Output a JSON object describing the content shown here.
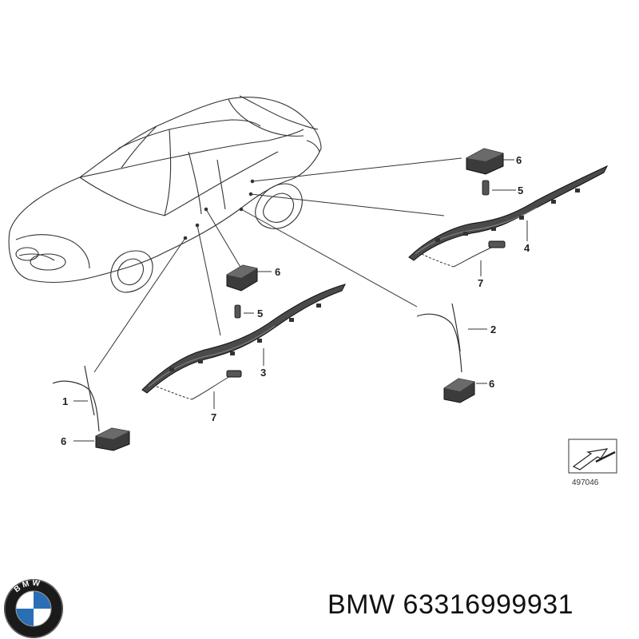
{
  "diagram": {
    "reference_number": "497046",
    "callouts": {
      "part_1": "1",
      "part_2": "2",
      "part_3": "3",
      "part_4": "4",
      "part_5_upper": "5",
      "part_5_lower": "5",
      "part_6_upper_right": "6",
      "part_6_middle": "6",
      "part_6_right": "6",
      "part_6_left": "6",
      "part_7_right": "7",
      "part_7_left": "7"
    }
  },
  "footer": {
    "brand": "BMW",
    "part_number": "63316999931"
  },
  "logo": {
    "letters": "BMW",
    "colors": {
      "blue": "#2a6fb5",
      "white": "#ffffff",
      "ring": "#1a1a1a"
    }
  }
}
